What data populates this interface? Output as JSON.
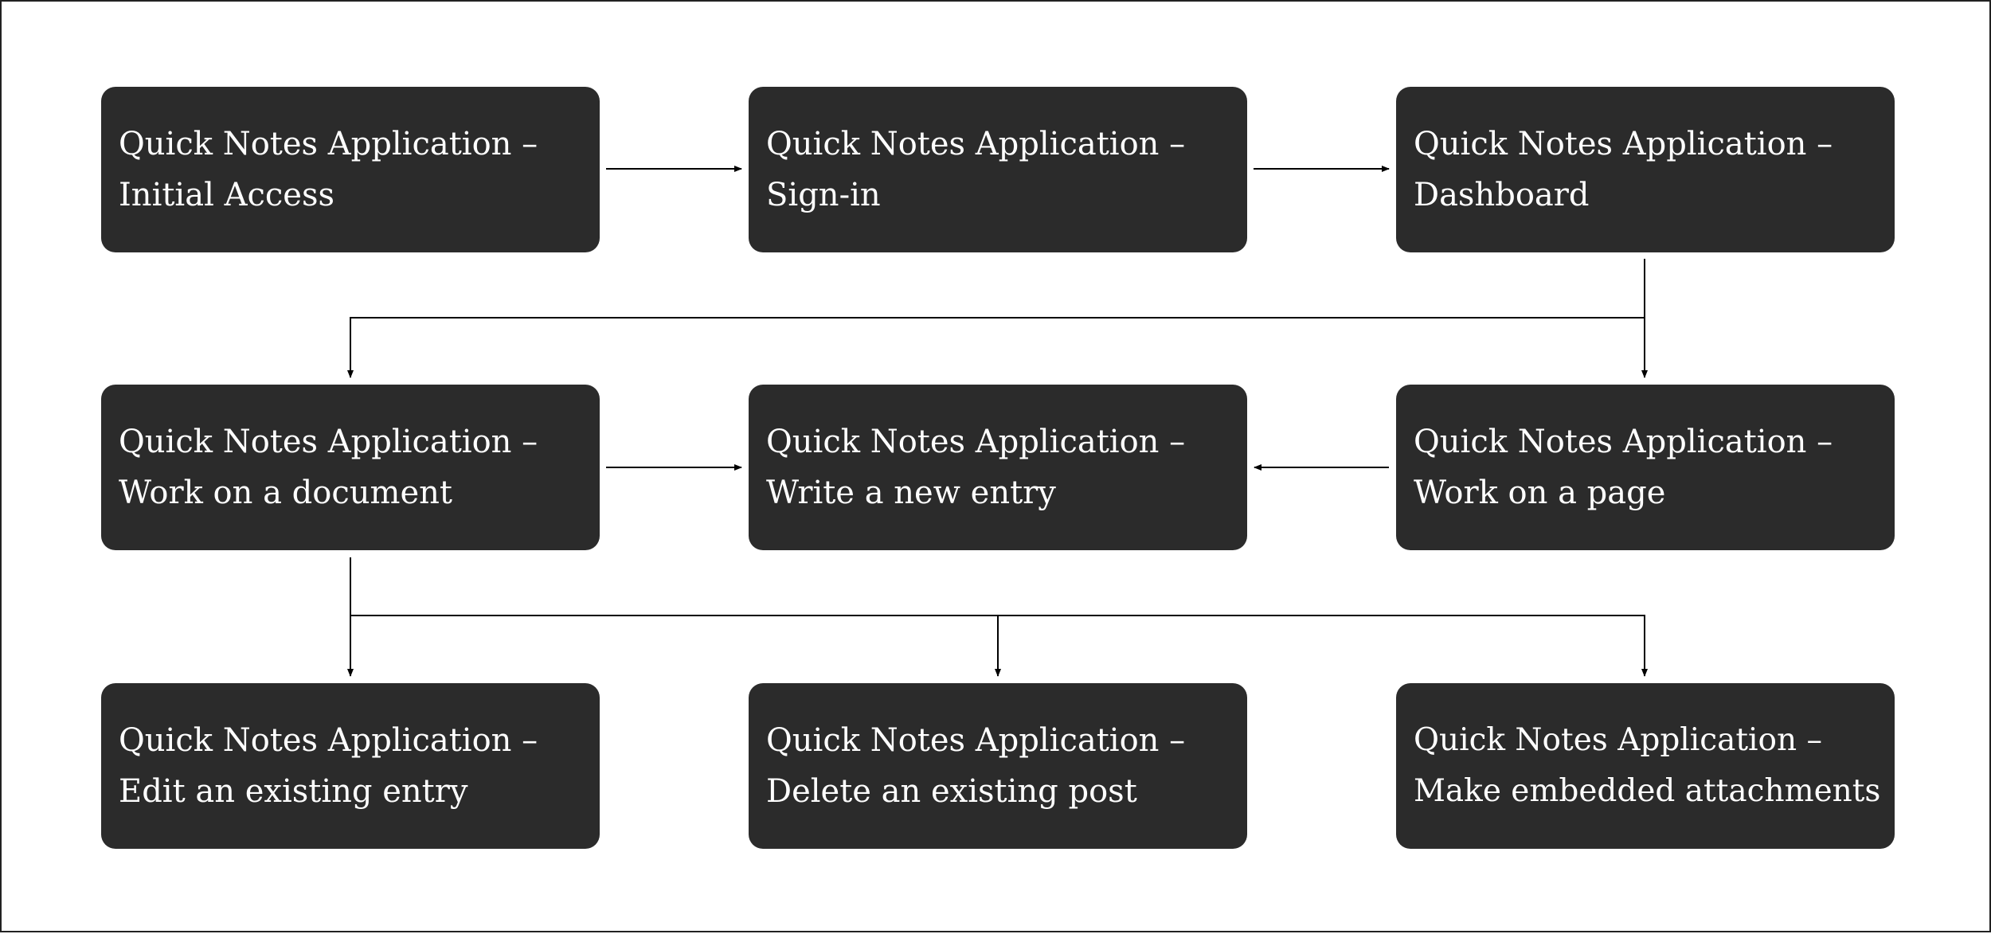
{
  "diagram": {
    "type": "flowchart",
    "colors": {
      "node_fill": "#2b2b2b",
      "node_text": "#ffffff",
      "connector": "#000000",
      "background": "#ffffff"
    },
    "nodes": [
      {
        "id": "initial",
        "line1": "Quick Notes Application –",
        "line2": "Initial Access"
      },
      {
        "id": "signin",
        "line1": "Quick Notes Application –",
        "line2": "Sign-in"
      },
      {
        "id": "dashboard",
        "line1": "Quick Notes Application –",
        "line2": "Dashboard"
      },
      {
        "id": "document",
        "line1": "Quick Notes Application –",
        "line2": "Work on a document"
      },
      {
        "id": "write",
        "line1": "Quick Notes Application –",
        "line2": "Write a new entry"
      },
      {
        "id": "page",
        "line1": "Quick Notes Application –",
        "line2": "Work on a page"
      },
      {
        "id": "edit",
        "line1": "Quick Notes Application –",
        "line2": "Edit an existing entry"
      },
      {
        "id": "delete",
        "line1": "Quick Notes Application –",
        "line2": "Delete an existing post"
      },
      {
        "id": "attach",
        "line1": "Quick Notes Application –",
        "line2": "Make embedded attachments"
      }
    ],
    "edges": [
      {
        "from": "initial",
        "to": "signin"
      },
      {
        "from": "signin",
        "to": "dashboard"
      },
      {
        "from": "dashboard",
        "to": "document"
      },
      {
        "from": "dashboard",
        "to": "page"
      },
      {
        "from": "document",
        "to": "write"
      },
      {
        "from": "page",
        "to": "write"
      },
      {
        "from": "document",
        "to": "edit"
      },
      {
        "from": "document",
        "to": "delete"
      },
      {
        "from": "document",
        "to": "attach"
      }
    ]
  }
}
